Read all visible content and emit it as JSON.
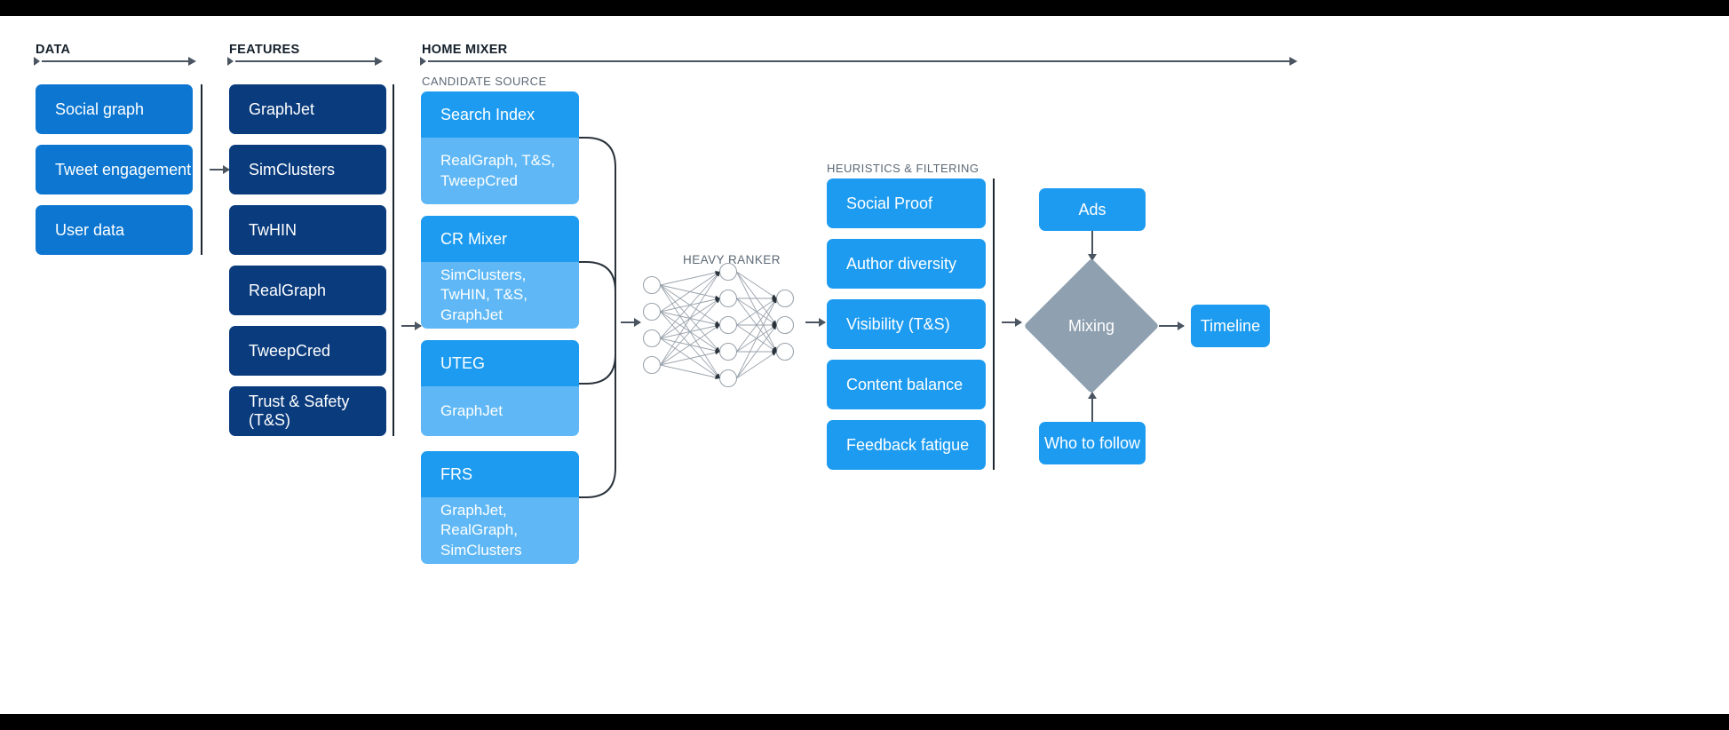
{
  "sections": {
    "data": {
      "title": "DATA"
    },
    "features": {
      "title": "FEATURES"
    },
    "home_mixer": {
      "title": "HOME MIXER"
    },
    "candidate_source": {
      "title": "CANDIDATE SOURCE"
    },
    "heavy_ranker": {
      "title": "HEAVY RANKER"
    },
    "heuristics": {
      "title": "HEURISTICS & FILTERING"
    }
  },
  "data_boxes": [
    {
      "label": "Social graph"
    },
    {
      "label": "Tweet engagement"
    },
    {
      "label": "User data"
    }
  ],
  "feature_boxes": [
    {
      "label": "GraphJet"
    },
    {
      "label": "SimClusters"
    },
    {
      "label": "TwHIN"
    },
    {
      "label": "RealGraph"
    },
    {
      "label": "TweepCred"
    },
    {
      "label": "Trust & Safety (T&S)"
    }
  ],
  "candidate_sources": [
    {
      "name": "Search Index",
      "features": "RealGraph, T&S, TweepCred"
    },
    {
      "name": "CR Mixer",
      "features": "SimClusters, TwHIN, T&S, GraphJet"
    },
    {
      "name": "UTEG",
      "features": "GraphJet"
    },
    {
      "name": "FRS",
      "features": "GraphJet, RealGraph, SimClusters"
    }
  ],
  "heuristics_boxes": [
    {
      "label": "Social Proof"
    },
    {
      "label": "Author diversity"
    },
    {
      "label": "Visibility (T&S)"
    },
    {
      "label": "Content balance"
    },
    {
      "label": "Feedback fatigue"
    }
  ],
  "mixing": {
    "ads_label": "Ads",
    "diamond_label": "Mixing",
    "who_to_follow_label": "Who to follow",
    "timeline_label": "Timeline"
  },
  "neural_net": {
    "input_nodes": 4,
    "hidden_nodes": 5,
    "output_nodes": 3
  },
  "colors": {
    "data_blue": "#0c76d1",
    "feature_navy": "#0a3b7d",
    "accent_blue": "#1d9bf0",
    "light_blue": "#5fb8f5",
    "diamond_gray": "#8fa0b0",
    "line_gray": "#4a5561"
  }
}
